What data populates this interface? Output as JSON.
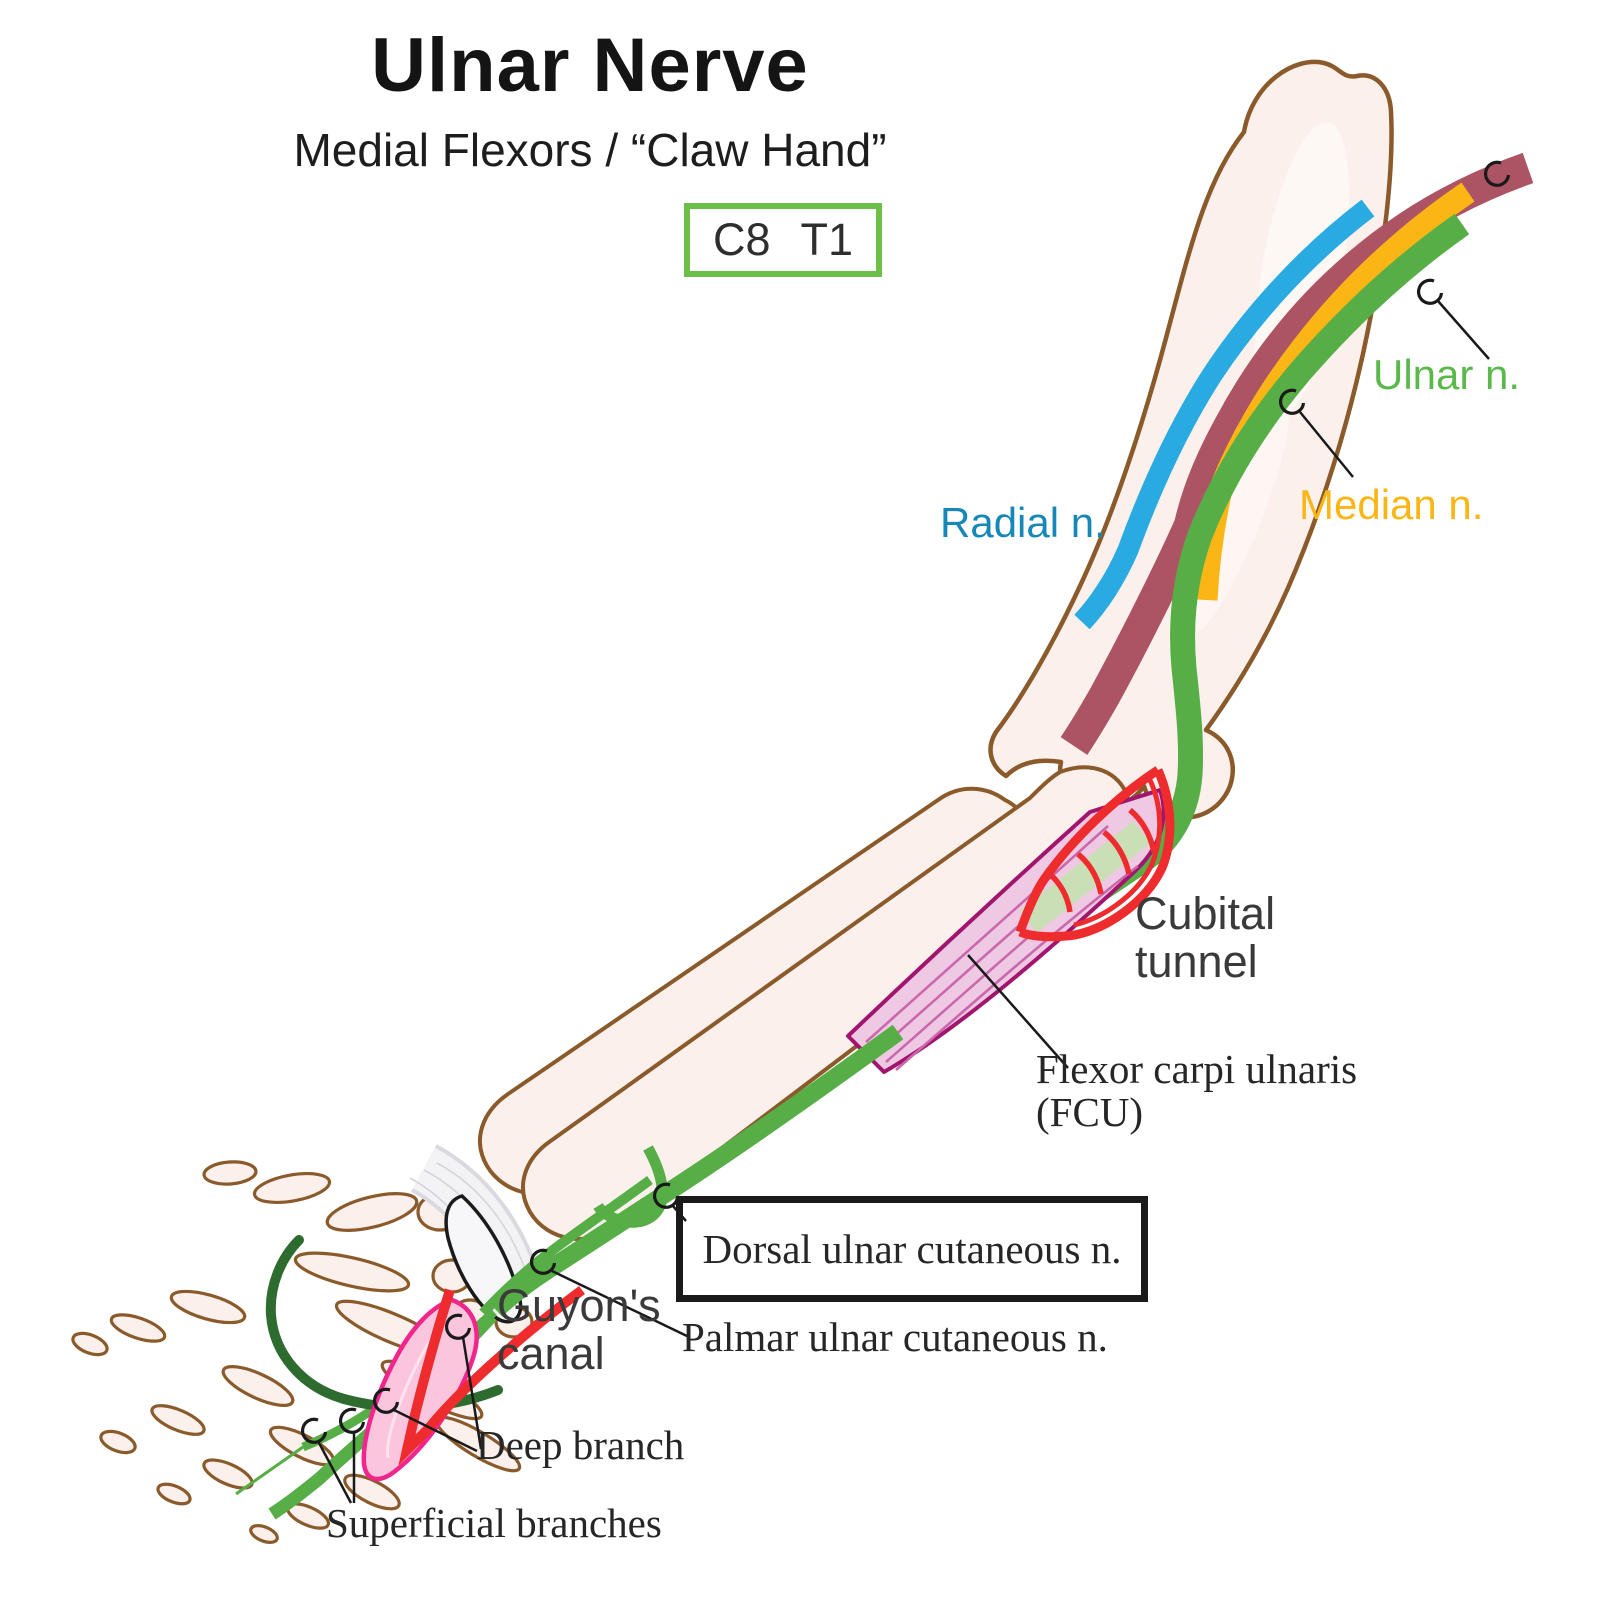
{
  "header": {
    "title": "Ulnar Nerve",
    "subtitle": "Medial Flexors / “Claw Hand”",
    "nerve_roots": [
      "C8",
      "T1"
    ]
  },
  "labels": {
    "ulnar_nerve": "Ulnar n.",
    "median_nerve": "Median n.",
    "radial_nerve": "Radial n.",
    "cubital_tunnel": {
      "lines": [
        "Cubital",
        "tunnel"
      ]
    },
    "fcu": {
      "lines": [
        "Flexor carpi ulnaris",
        "(FCU)"
      ]
    },
    "dorsal_cutaneous": "Dorsal ulnar cutaneous n.",
    "palmar_cutaneous": "Palmar ulnar cutaneous n.",
    "guyons_canal": {
      "lines": [
        "Guyon's",
        "canal"
      ]
    },
    "deep_branch": "Deep branch",
    "superficial_branches": "Superficial branches"
  },
  "colors": {
    "ulnar_nerve_green": "#57AE46",
    "deep_branch_dark_green": "#2E6B2F",
    "pale_nerve_green": "#CBDFB7",
    "median_nerve_yellow": "#FBB615",
    "radial_nerve_blue": "#29ABE2",
    "artery_maroon": "#AC5364",
    "artery_red": "#EE2B2D",
    "muscle_pink": "#EFC9E3",
    "muscle_outline_magenta": "#A2156E",
    "hypothenar_pink": "#FBC6DD",
    "hypothenar_outline": "#F0268C",
    "orange_vessel": "#F4761B",
    "bone_fill": "#FBF0EB",
    "bone_outline": "#8A5A2B",
    "roots_box_green": "#6CC04A",
    "leader_black": "#1A1A1A"
  }
}
